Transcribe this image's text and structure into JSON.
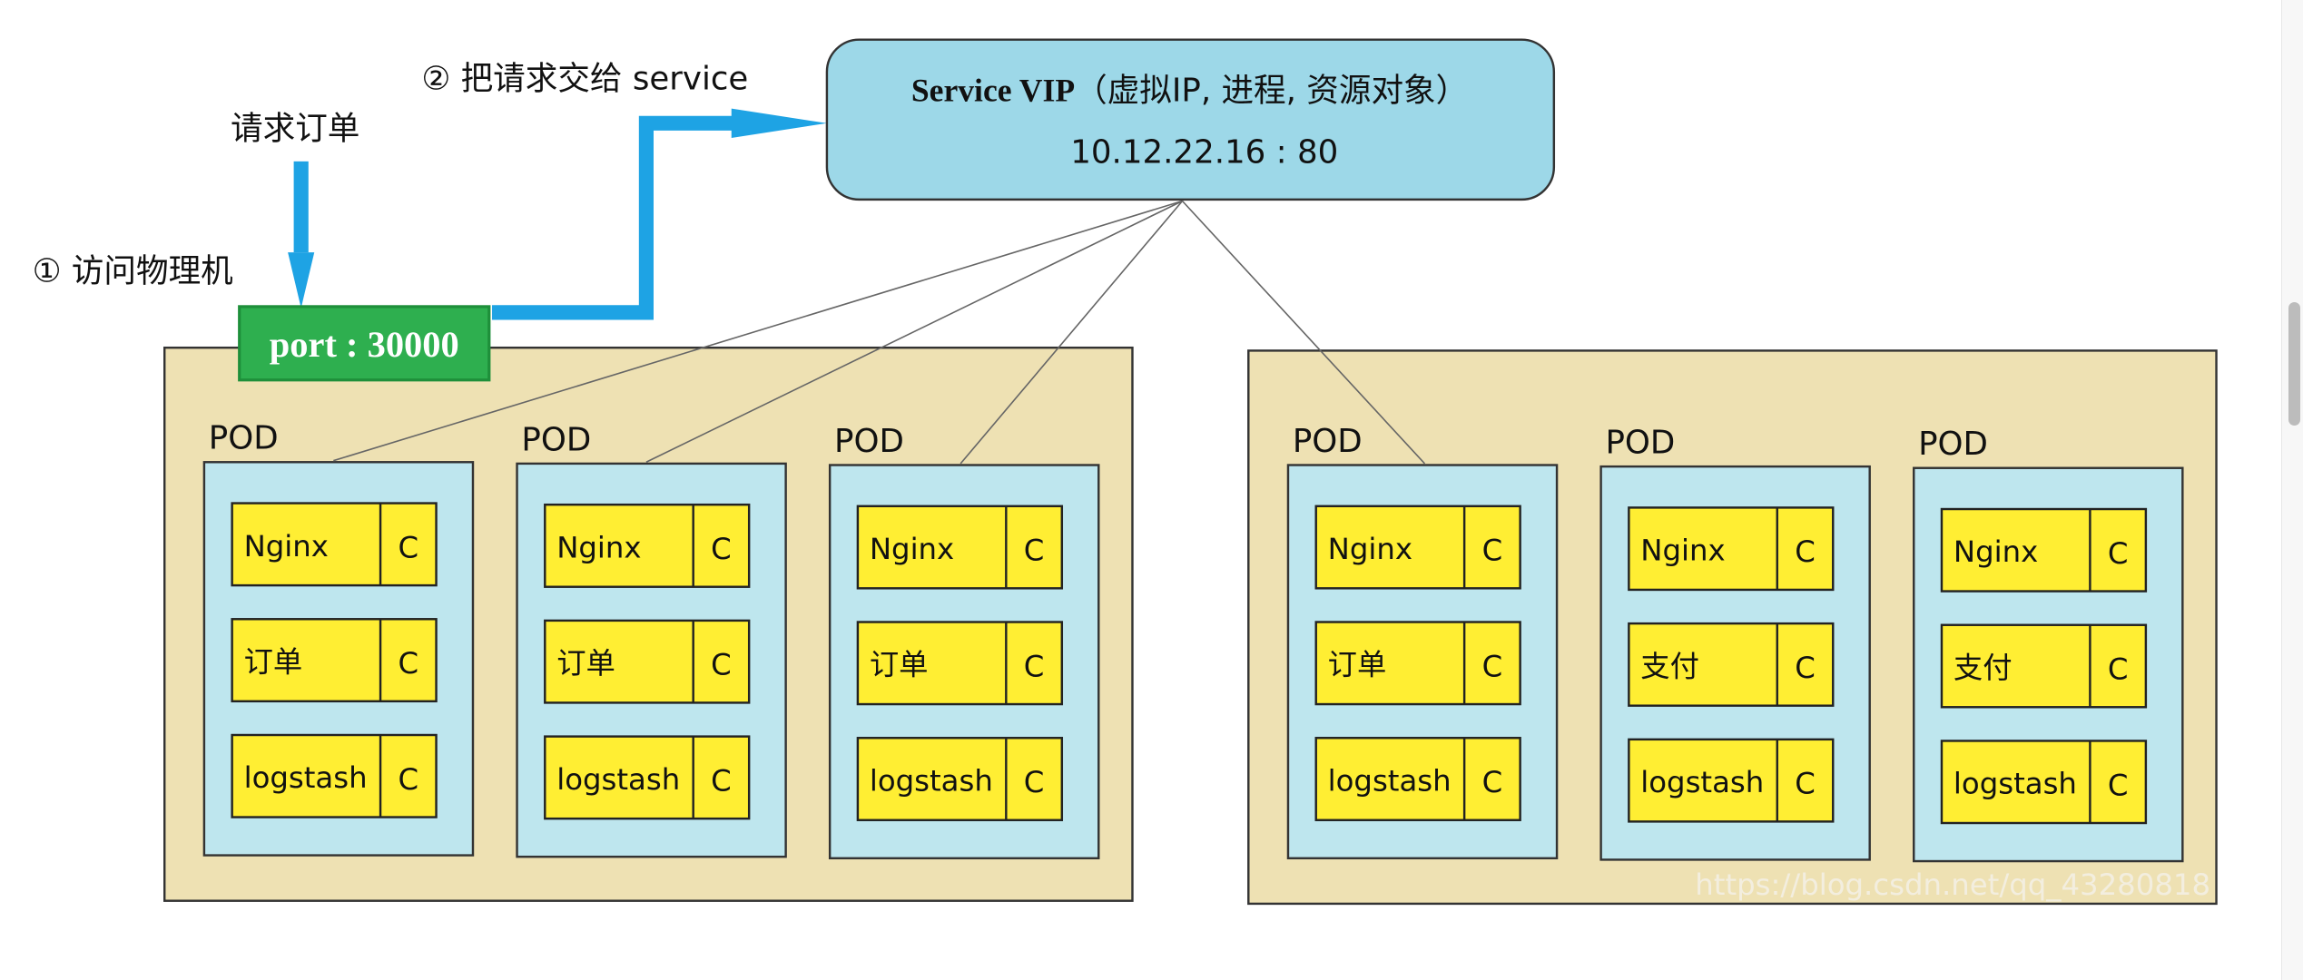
{
  "colors": {
    "arrow": "#1EA3E4",
    "port_box": "#2EAF4F",
    "port_box_border": "#1E8F3A",
    "service_box": "#9DD8E8",
    "node_bg": "#EEE1B3",
    "pod_bg": "#BEE6EE",
    "container_bg": "#FFEE33",
    "line": "#666666",
    "watermark": "#f4f0e4"
  },
  "annotations": {
    "request_order": "请求订单",
    "step1": "① 访问物理机",
    "step2": "② 把请求交给 service"
  },
  "port_box": {
    "label": "port : 30000"
  },
  "service": {
    "title_bold": "Service VIP",
    "title_rest": "（虚拟IP, 进程, 资源对象）",
    "address": "10.12.22.16 : 80"
  },
  "nodes": [
    {
      "pods": [
        {
          "label": "POD",
          "connected": true,
          "containers": [
            {
              "name": "Nginx",
              "tag": "C"
            },
            {
              "name": "订单",
              "tag": "C"
            },
            {
              "name": "logstash",
              "tag": "C"
            }
          ]
        },
        {
          "label": "POD",
          "connected": true,
          "containers": [
            {
              "name": "Nginx",
              "tag": "C"
            },
            {
              "name": "订单",
              "tag": "C"
            },
            {
              "name": "logstash",
              "tag": "C"
            }
          ]
        },
        {
          "label": "POD",
          "connected": true,
          "containers": [
            {
              "name": "Nginx",
              "tag": "C"
            },
            {
              "name": "订单",
              "tag": "C"
            },
            {
              "name": "logstash",
              "tag": "C"
            }
          ]
        }
      ]
    },
    {
      "pods": [
        {
          "label": "POD",
          "connected": true,
          "containers": [
            {
              "name": "Nginx",
              "tag": "C"
            },
            {
              "name": "订单",
              "tag": "C"
            },
            {
              "name": "logstash",
              "tag": "C"
            }
          ]
        },
        {
          "label": "POD",
          "connected": false,
          "containers": [
            {
              "name": "Nginx",
              "tag": "C"
            },
            {
              "name": "支付",
              "tag": "C"
            },
            {
              "name": "logstash",
              "tag": "C"
            }
          ]
        },
        {
          "label": "POD",
          "connected": false,
          "containers": [
            {
              "name": "Nginx",
              "tag": "C"
            },
            {
              "name": "支付",
              "tag": "C"
            },
            {
              "name": "logstash",
              "tag": "C"
            }
          ]
        }
      ]
    }
  ],
  "watermark": "https://blog.csdn.net/qq_43280818"
}
